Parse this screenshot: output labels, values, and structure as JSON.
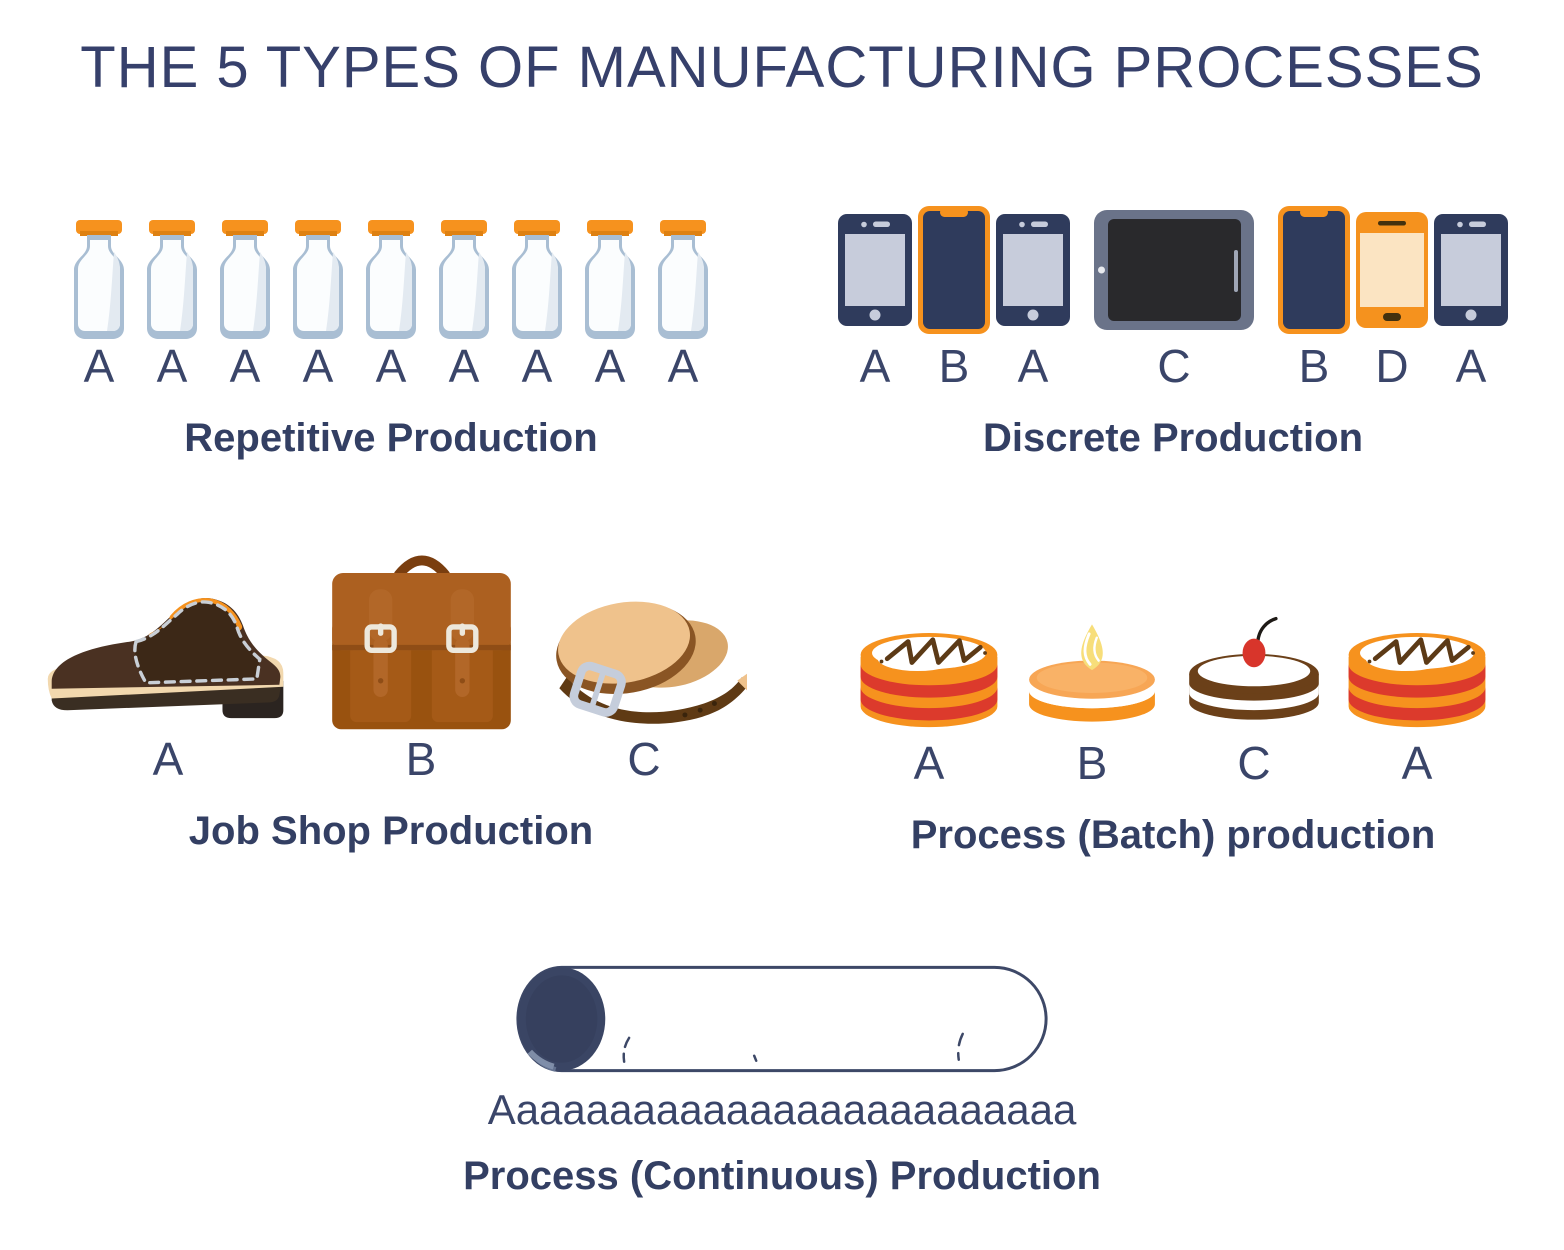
{
  "title": "THE 5 TYPES OF MANUFACTURING PROCESSES",
  "colors": {
    "navy_text": "#36406B",
    "letter_navy": "#3A4569",
    "orange": "#F6921E",
    "red_stripe": "#DC3A2C",
    "glass_blue": "#A9BED3",
    "milk_white": "#FBFDFE",
    "screen_grey": "#C7CCDB",
    "phone_navy": "#2F3B5C",
    "tablet_grey": "#6A7389",
    "leather_brown": "#AC6020",
    "shoe_brown": "#4A3122",
    "cake_brown": "#6B4019",
    "cherry_red": "#D8352B",
    "pipe_grey": "#7C8499"
  },
  "sections": {
    "repetitive": {
      "label": "Repetitive Production",
      "items": [
        {
          "type": "milk-bottle",
          "label": "A"
        },
        {
          "type": "milk-bottle",
          "label": "A"
        },
        {
          "type": "milk-bottle",
          "label": "A"
        },
        {
          "type": "milk-bottle",
          "label": "A"
        },
        {
          "type": "milk-bottle",
          "label": "A"
        },
        {
          "type": "milk-bottle",
          "label": "A"
        },
        {
          "type": "milk-bottle",
          "label": "A"
        },
        {
          "type": "milk-bottle",
          "label": "A"
        },
        {
          "type": "milk-bottle",
          "label": "A"
        }
      ]
    },
    "discrete": {
      "label": "Discrete Production",
      "items": [
        {
          "type": "phone-basic",
          "label": "A"
        },
        {
          "type": "phone-notch",
          "label": "B"
        },
        {
          "type": "phone-basic",
          "label": "A"
        },
        {
          "type": "tablet",
          "label": "C"
        },
        {
          "type": "phone-notch",
          "label": "B"
        },
        {
          "type": "phone-orange",
          "label": "D"
        },
        {
          "type": "phone-basic",
          "label": "A"
        }
      ]
    },
    "job_shop": {
      "label": "Job Shop Production",
      "items": [
        {
          "type": "shoe",
          "label": "A"
        },
        {
          "type": "briefcase",
          "label": "B"
        },
        {
          "type": "belt",
          "label": "C"
        }
      ]
    },
    "batch": {
      "label": "Process (Batch) production",
      "items": [
        {
          "type": "cake-drizzle",
          "label": "A"
        },
        {
          "type": "cake-cream",
          "label": "B"
        },
        {
          "type": "cake-cherry",
          "label": "C"
        },
        {
          "type": "cake-drizzle",
          "label": "A"
        }
      ]
    },
    "continuous": {
      "label": "Process (Continuous) Production",
      "items": [
        {
          "type": "pipe",
          "label": "Aaaaaaaaaaaaaaaaaaaaaaaaa"
        }
      ]
    }
  }
}
